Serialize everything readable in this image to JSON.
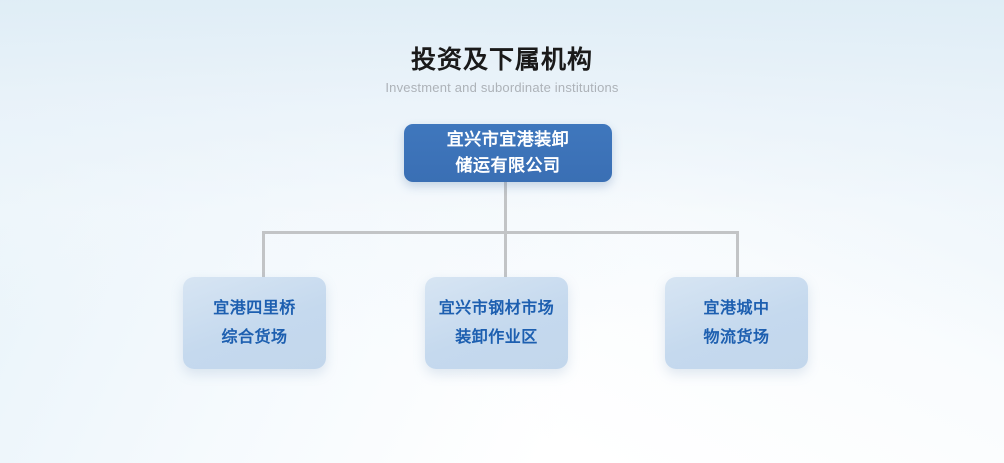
{
  "heading": {
    "title_cn": "投资及下属机构",
    "title_en": "Investment and subordinate institutions"
  },
  "chart": {
    "type": "org-chart",
    "root": {
      "line1": "宜兴市宜港装卸",
      "line2": "储运有限公司",
      "full_name": "宜兴市宜港装卸储运有限公司"
    },
    "children": [
      {
        "line1": "宜港四里桥",
        "line2": "综合货场",
        "full_name": "宜港四里桥综合货场"
      },
      {
        "line1": "宜兴市钢材市场",
        "line2": "装卸作业区",
        "full_name": "宜兴市钢材市场装卸作业区"
      },
      {
        "line1": "宜港城中",
        "line2": "物流货场",
        "full_name": "宜港城中物流货场"
      }
    ]
  },
  "colors": {
    "root_node_bg": "#3a71b8",
    "root_node_text": "#ffffff",
    "child_node_bg": "#c9dbee",
    "child_node_text": "#1d5fb0",
    "connector_line": "#c2c4c6",
    "title_text": "#1a1a1a",
    "subtitle_text": "#adb2b8",
    "page_bg": "#ffffff",
    "page_tint": "#e2f0f8"
  }
}
